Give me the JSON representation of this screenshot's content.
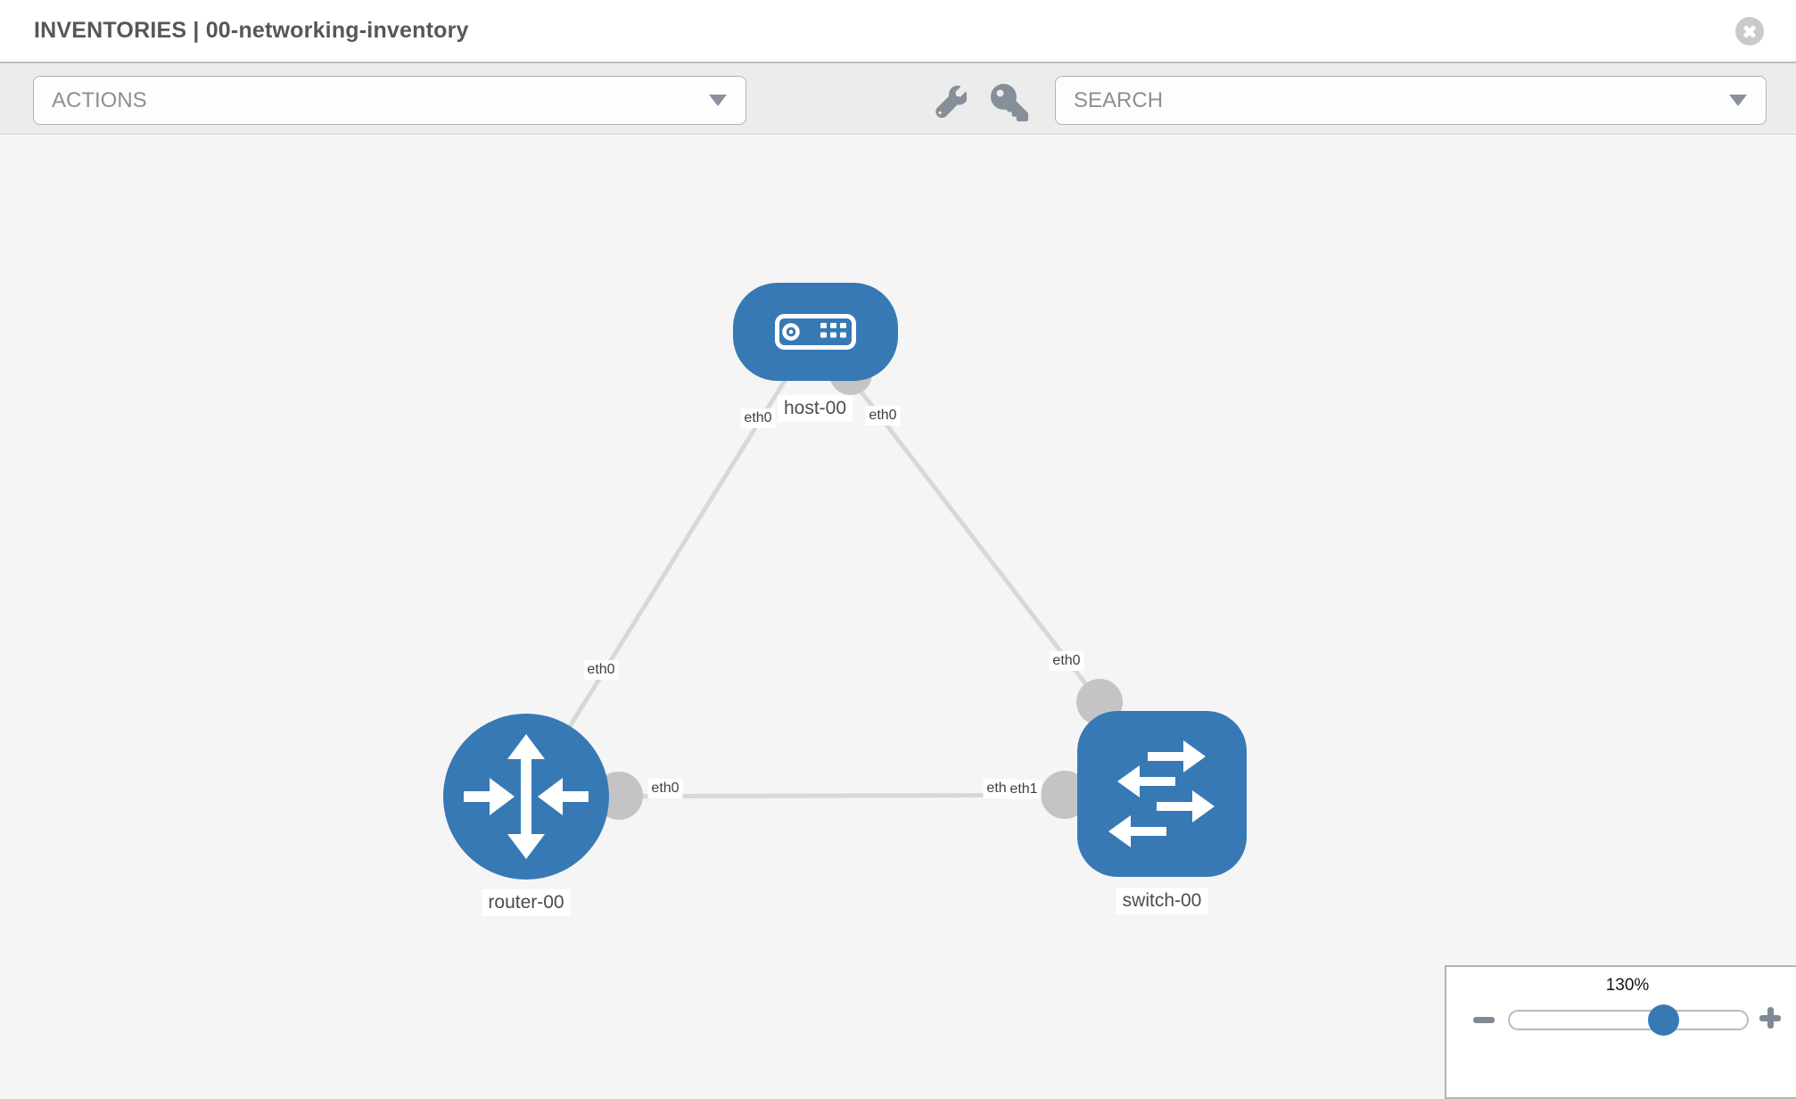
{
  "header": {
    "title": "INVENTORIES | 00-networking-inventory"
  },
  "toolbar": {
    "actions_dropdown": "ACTIONS",
    "search_dropdown": "SEARCH"
  },
  "topology": {
    "nodes": [
      {
        "label": "host-00",
        "type": "host"
      },
      {
        "label": "router-00",
        "type": "router"
      },
      {
        "label": "switch-00",
        "type": "switch"
      }
    ],
    "links": [
      {
        "source": "host-00",
        "target": "router-00",
        "source_label": "eth0",
        "target_label": "eth0"
      },
      {
        "source": "host-00",
        "target": "switch-00",
        "source_label": "eth0",
        "target_label": "eth0"
      },
      {
        "source": "router-00",
        "target": "switch-00",
        "source_label": "eth0",
        "target_label": "eth1",
        "target_label_behind": "eth0"
      }
    ]
  },
  "zoom_control": {
    "level": "130%"
  },
  "colors": {
    "node_blue": "#3779b5",
    "connector_gray": "#c4c4c4",
    "link_gray": "#d8d8d8",
    "icon_gray": "#868f98",
    "toolbar_bg": "#ececec",
    "canvas_bg": "#f5f5f5"
  }
}
